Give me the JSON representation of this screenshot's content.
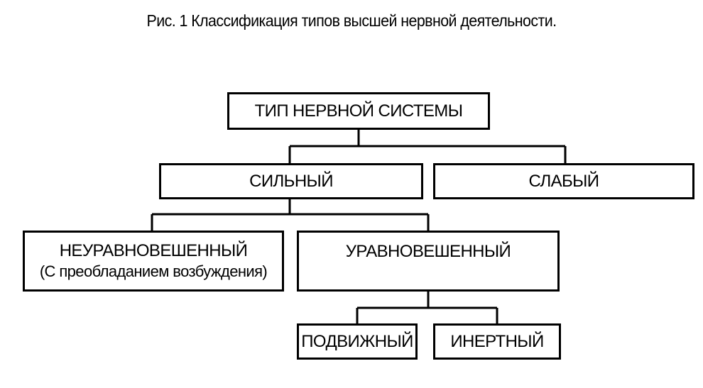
{
  "caption": "Рис. 1 Классификация типов высшей нервной деятельности.",
  "nodes": {
    "root": "ТИП НЕРВНОЙ СИСТЕМЫ",
    "strong": "СИЛЬНЫЙ",
    "weak": "СЛАБЫЙ",
    "unbalanced": {
      "title": "НЕУРАВНОВЕШЕННЫЙ",
      "note": "(С преобладанием возбуждения)"
    },
    "balanced": "УРАВНОВЕШЕННЫЙ",
    "mobile": "ПОДВИЖНЫЙ",
    "inert": "ИНЕРТНЫЙ"
  },
  "colors": {
    "line": "#000000",
    "box_border": "#000000",
    "background": "#ffffff"
  }
}
